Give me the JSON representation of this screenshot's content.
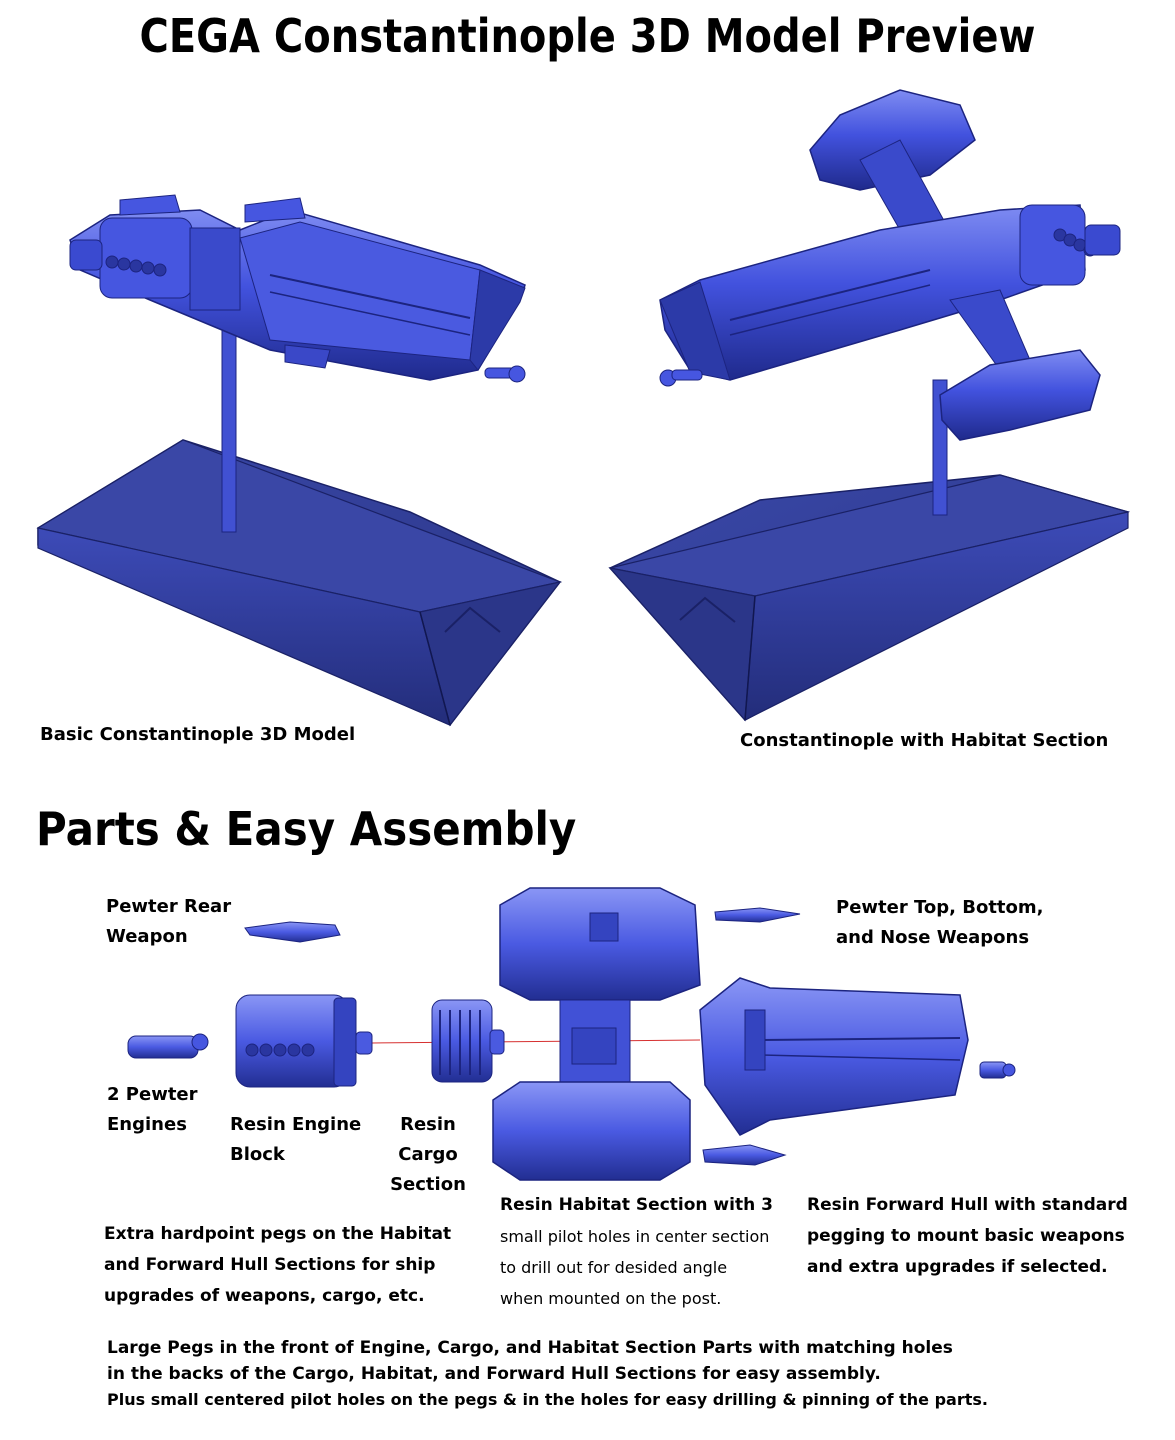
{
  "page": {
    "title": "CEGA Constantinople 3D Model Preview",
    "preview_captions": {
      "basic": "Basic Constantinople 3D Model",
      "habitat": "Constantinople with Habitat Section"
    },
    "parts_title": "Parts & Easy Assembly",
    "parts": {
      "rear_weapon": [
        "Pewter Rear",
        "Weapon"
      ],
      "top_bottom_nose": [
        "Pewter Top, Bottom,",
        "and Nose Weapons"
      ],
      "engines": [
        "2 Pewter",
        "Engines"
      ],
      "engine_block": [
        "Resin Engine",
        "Block"
      ],
      "cargo": [
        "Resin",
        "Cargo",
        "Section"
      ]
    },
    "notes": {
      "hardpoints": [
        "Extra hardpoint pegs on the Habitat",
        "and Forward Hull Sections for ship",
        "upgrades of weapons, cargo, etc."
      ],
      "habitat": [
        "Resin Habitat Section with 3",
        "small pilot holes in center section",
        "to drill out for desided angle",
        "when mounted on the post."
      ],
      "forward_hull": [
        "Resin Forward Hull with standard",
        "pegging to mount basic weapons",
        "and extra upgrades if selected."
      ],
      "bottom": [
        "Large Pegs in the front of Engine, Cargo, and Habitat Section Parts with matching holes",
        "in the backs of the Cargo, Habitat, and Forward Hull Sections for easy assembly.",
        "Plus small centered pilot holes on the pegs & in the holes for easy drilling & pinning of the parts."
      ]
    },
    "colors": {
      "model_blue": "#3f4fd6",
      "model_dark": "#1c2480",
      "model_light": "#7f8cf2",
      "base_blue": "#33419a",
      "line_red": "#d63030"
    }
  }
}
